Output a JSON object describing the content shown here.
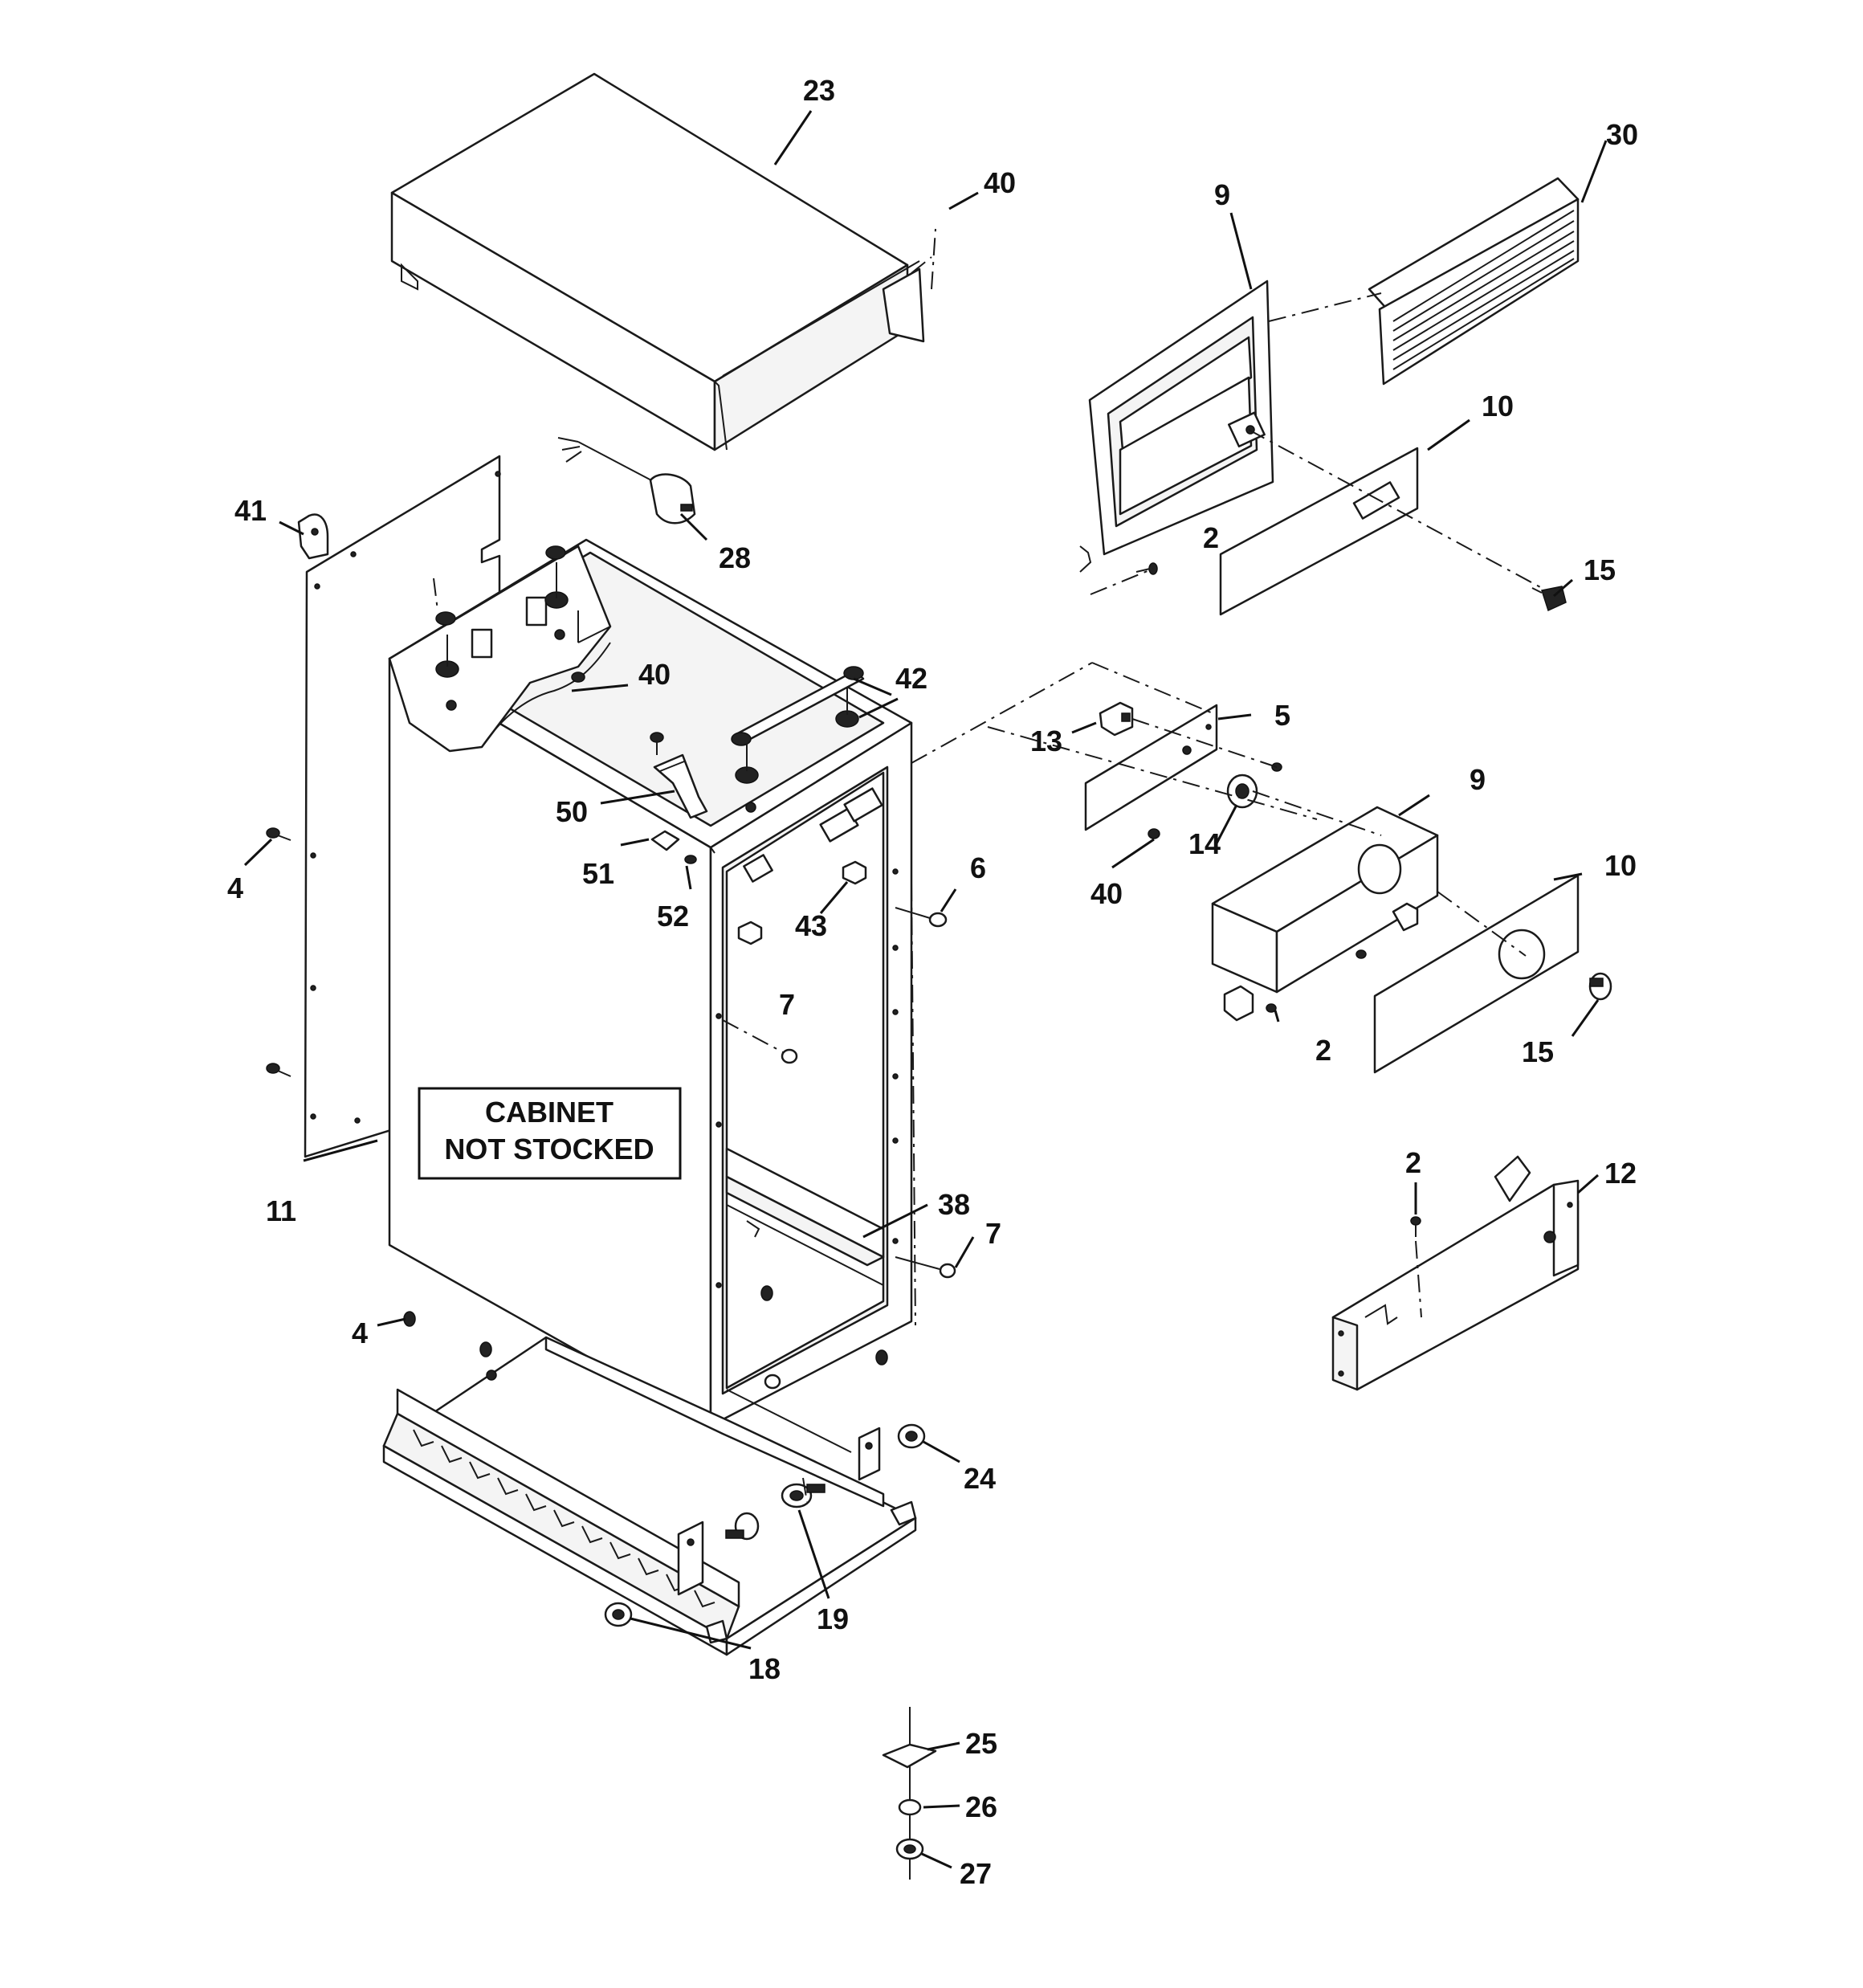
{
  "note": {
    "line1": "CABINET",
    "line2": "NOT STOCKED"
  },
  "callouts": [
    {
      "id": "c23",
      "label": "23"
    },
    {
      "id": "c40a",
      "label": "40"
    },
    {
      "id": "c30",
      "label": "30"
    },
    {
      "id": "c9a",
      "label": "9"
    },
    {
      "id": "c10a",
      "label": "10"
    },
    {
      "id": "c41",
      "label": "41"
    },
    {
      "id": "c28",
      "label": "28"
    },
    {
      "id": "c2a",
      "label": "2"
    },
    {
      "id": "c15a",
      "label": "15"
    },
    {
      "id": "c40b",
      "label": "40"
    },
    {
      "id": "c42",
      "label": "42"
    },
    {
      "id": "c5",
      "label": "5"
    },
    {
      "id": "c13",
      "label": "13"
    },
    {
      "id": "c9b",
      "label": "9"
    },
    {
      "id": "c50",
      "label": "50"
    },
    {
      "id": "c14",
      "label": "14"
    },
    {
      "id": "c10b",
      "label": "10"
    },
    {
      "id": "c4a",
      "label": "4"
    },
    {
      "id": "c51",
      "label": "51"
    },
    {
      "id": "c52",
      "label": "52"
    },
    {
      "id": "c6",
      "label": "6"
    },
    {
      "id": "c43",
      "label": "43"
    },
    {
      "id": "c40c",
      "label": "40"
    },
    {
      "id": "c7a",
      "label": "7"
    },
    {
      "id": "c2b",
      "label": "2"
    },
    {
      "id": "c15b",
      "label": "15"
    },
    {
      "id": "c11",
      "label": "11"
    },
    {
      "id": "c2c",
      "label": "2"
    },
    {
      "id": "c12",
      "label": "12"
    },
    {
      "id": "c38",
      "label": "38"
    },
    {
      "id": "c7b",
      "label": "7"
    },
    {
      "id": "c4b",
      "label": "4"
    },
    {
      "id": "c24",
      "label": "24"
    },
    {
      "id": "c19",
      "label": "19"
    },
    {
      "id": "c18",
      "label": "18"
    },
    {
      "id": "c25",
      "label": "25"
    },
    {
      "id": "c26",
      "label": "26"
    },
    {
      "id": "c27",
      "label": "27"
    }
  ]
}
